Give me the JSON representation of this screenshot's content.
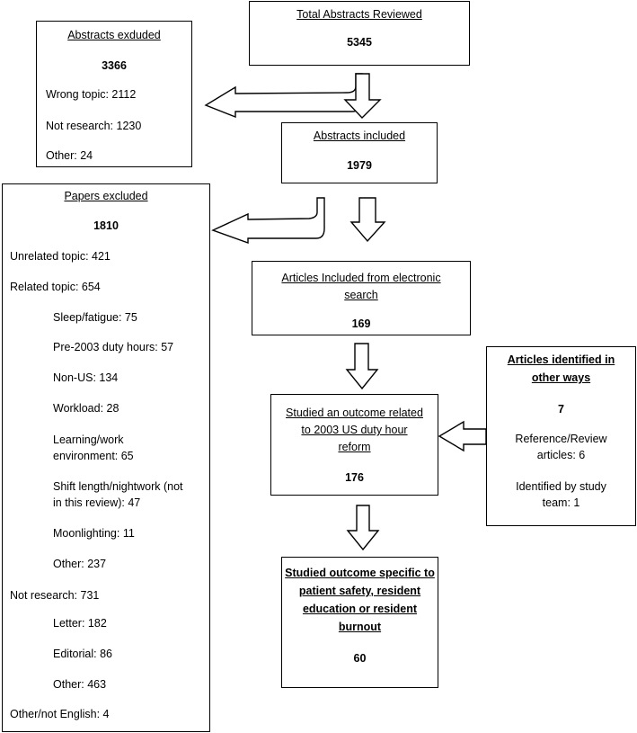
{
  "total": {
    "title": "Total Abstracts Reviewed",
    "count": "5345"
  },
  "abstracts_excluded": {
    "title": "Abstracts exduded",
    "count": "3366",
    "items": [
      "Wrong topic: 2112",
      "Not research: 1230",
      "Other: 24"
    ]
  },
  "abstracts_included": {
    "title": "Abstracts included",
    "count": "1979"
  },
  "papers_excluded": {
    "title": "Papers excluded",
    "count": "1810",
    "unrelated": "Unrelated topic: 421",
    "related": "Related topic:  654",
    "related_items": [
      "Sleep/fatigue: 75",
      "Pre-2003 duty hours: 57",
      "Non-US: 134",
      "Workload: 28",
      "Learning/work",
      "environment: 65",
      "Shift length/nightwork (not",
      "in this review):  47",
      "Moonlighting: 11",
      "Other: 237"
    ],
    "not_research": "Not research: 731",
    "not_research_items": [
      "Letter: 182",
      "Editorial: 86",
      "Other: 463"
    ],
    "not_english": "Other/not English: 4"
  },
  "electronic": {
    "title_line1": "Articles Included from electronic",
    "title_line2": "search",
    "count": "169"
  },
  "other_ways": {
    "title_line1": "Articles identified in",
    "title_line2": "other ways",
    "count": "7",
    "ref_line1": "Reference/Review",
    "ref_line2": "articles: 6",
    "team_line1": "Identified by study",
    "team_line2": "team: 1"
  },
  "studied_outcome": {
    "title_line1": "Studied an outcome related",
    "title_line2": "to 2003 US duty hour",
    "title_line3": "reform",
    "count": "176"
  },
  "specific": {
    "title_line1": "Studied outcome specific to",
    "title_line2": "patient safety, resident",
    "title_line3": "education or resident",
    "title_line4": "burnout",
    "count": "60"
  }
}
